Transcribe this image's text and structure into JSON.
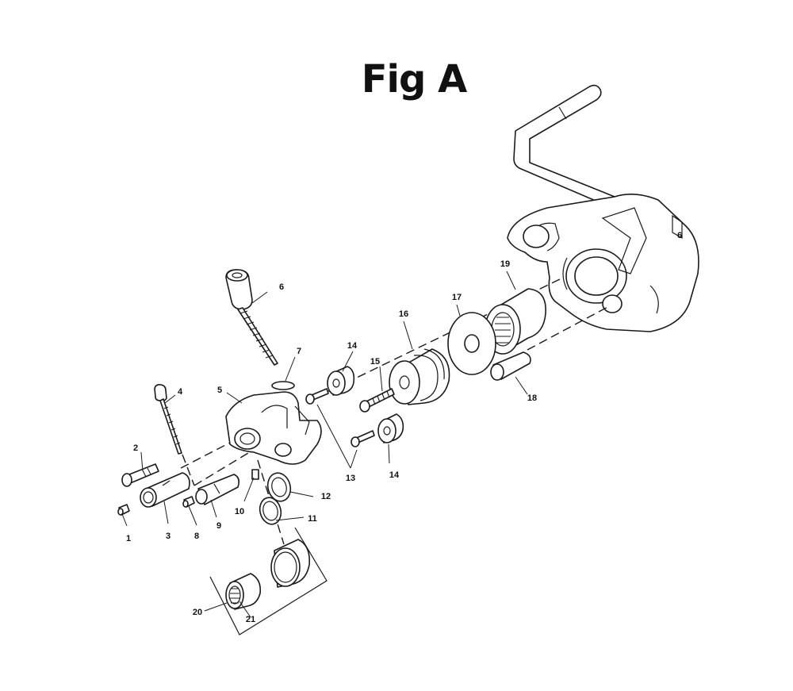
{
  "figure": {
    "title": "Fig A"
  },
  "callouts": {
    "c1": "1",
    "c2": "2",
    "c3": "3",
    "c4": "4",
    "c5": "5",
    "c6": "6",
    "c6b": "6",
    "c7": "7",
    "c8": "8",
    "c9": "9",
    "c10": "10",
    "c11": "11",
    "c12": "12",
    "c13": "13",
    "c14a": "14",
    "c14b": "14",
    "c15": "15",
    "c16": "16",
    "c17": "17",
    "c18": "18",
    "c19": "19",
    "c20": "20",
    "c21": "21"
  }
}
